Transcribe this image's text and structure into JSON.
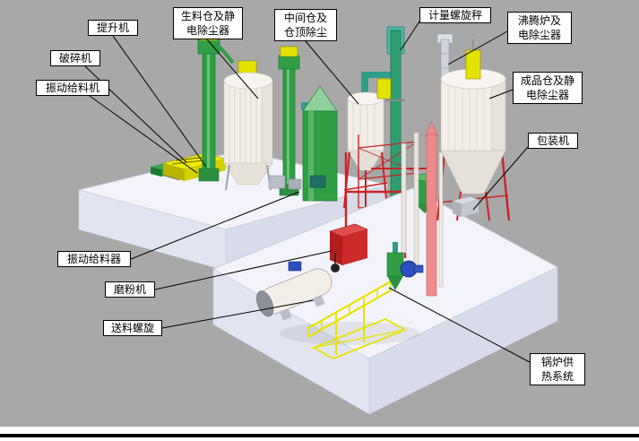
{
  "colors": {
    "background": "#a8a8a8",
    "platform_top": "#f3f4fb",
    "green": "#2f9e44",
    "yellow": "#e6e200",
    "red": "#cc2222",
    "pink": "#ef8a8a",
    "teal": "#2f9e8a",
    "blue": "#2b4fc0",
    "silo_white": "#f3efe8",
    "label_background": "#ffffff",
    "label_border": "#000000",
    "leader_line": "#000000"
  },
  "labels": [
    {
      "id": "elevator",
      "text": "提升机"
    },
    {
      "id": "crusher",
      "text": "破碎机"
    },
    {
      "id": "vibrating-feeder-machine",
      "text": "振动给料机"
    },
    {
      "id": "raw-material-silo",
      "text": "生料仓及静\n电除尘器"
    },
    {
      "id": "intermediate-silo",
      "text": "中间仓及\n仓顶除尘"
    },
    {
      "id": "metering-screw-scale",
      "text": "计量螺旋秤"
    },
    {
      "id": "fluidized-furnace",
      "text": "沸腾炉及\n电除尘器"
    },
    {
      "id": "product-silo",
      "text": "成品仓及静\n电除尘器"
    },
    {
      "id": "packing-machine",
      "text": "包装机"
    },
    {
      "id": "vibrating-feeder-device",
      "text": "振动给料器"
    },
    {
      "id": "mill",
      "text": "磨粉机"
    },
    {
      "id": "feed-screw",
      "text": "送料螺旋"
    },
    {
      "id": "boiler-heating-system",
      "text": "锅炉供\n热系统"
    }
  ]
}
